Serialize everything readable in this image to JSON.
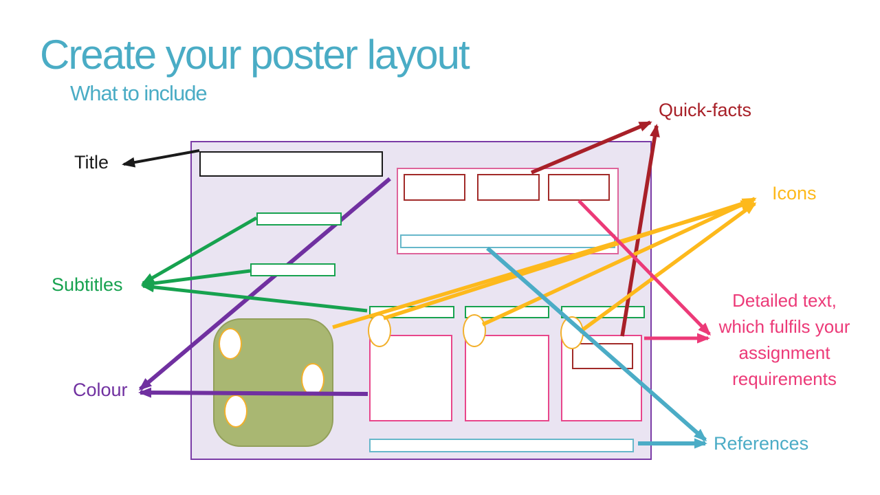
{
  "slide": {
    "title": "Create your poster layout",
    "subtitle": "What to include"
  },
  "annotations": {
    "title": "Title",
    "subtitles": "Subtitles",
    "colour": "Colour",
    "quick_facts": "Quick-facts",
    "icons": "Icons",
    "detailed_text": "Detailed text, which fulfils your assignment requirements",
    "references": "References"
  },
  "colors": {
    "slide_title": "#4aacc5",
    "black": "#1a1a1a",
    "green": "#17a24f",
    "purple": "#7030a0",
    "dark_red": "#a82028",
    "gold": "#fdb91c",
    "pink": "#ec3a78",
    "teal": "#4bacc6",
    "poster_fill": "#eae4f2",
    "poster_border": "#7a3ba6",
    "quickfacts_panel_border": "#de639a",
    "column_box_border": "#e8458a",
    "dark_red_box_border": "#a12a28",
    "teal_bar_border": "#66b7ca",
    "green_bar_border": "#17a24f",
    "dice_fill": "#a9b772",
    "dice_border": "#929f5a",
    "icon_oval_border": "#f2b02c"
  }
}
